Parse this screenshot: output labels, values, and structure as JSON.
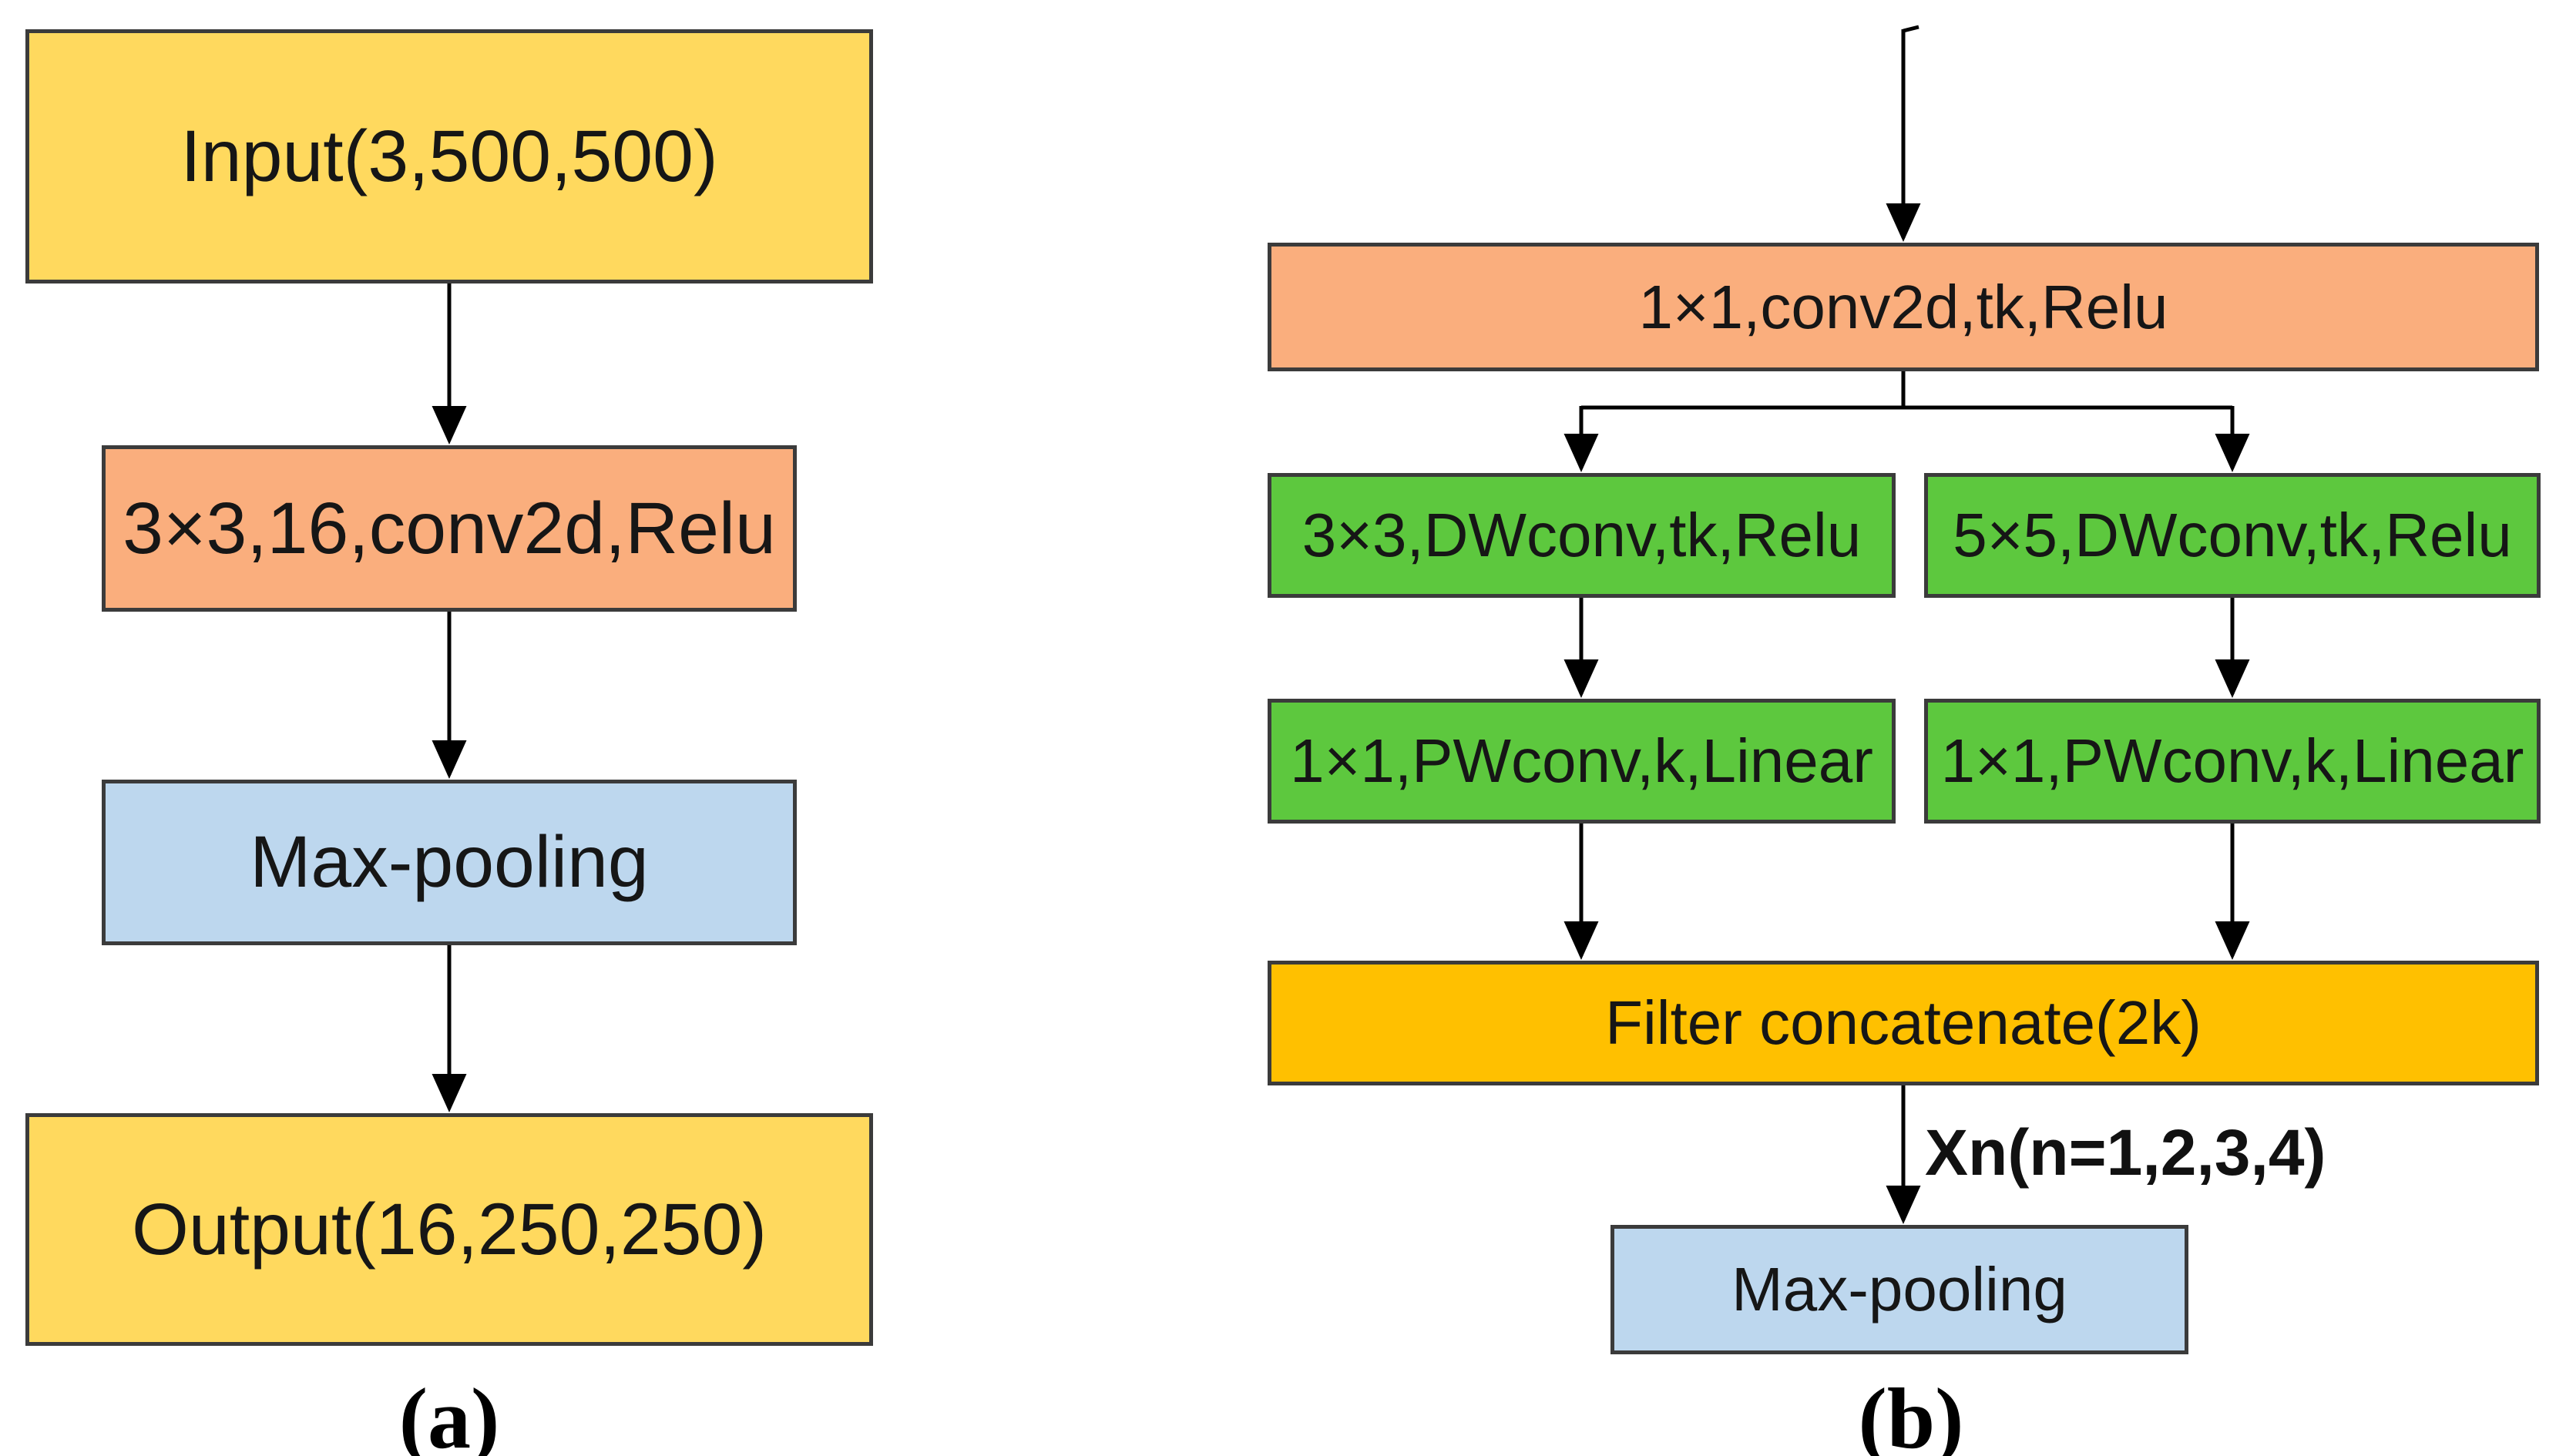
{
  "panel_a": {
    "caption": "(a)",
    "boxes": {
      "input": {
        "label": "Input(3,500,500)",
        "color": "#FFD95E"
      },
      "conv": {
        "label": "3×3,16,conv2d,Relu",
        "color": "#FAAE7D"
      },
      "maxpool": {
        "label": "Max-pooling",
        "color": "#BDD7EE"
      },
      "output": {
        "label": "Output(16,250,250)",
        "color": "#FFD95E"
      }
    }
  },
  "panel_b": {
    "caption": "(b)",
    "repeat_label": "Xn(n=1,2,3,4)",
    "boxes": {
      "conv1x1": {
        "label": "1×1,conv2d,tk,Relu",
        "color": "#FAAE7D"
      },
      "dwconv3": {
        "label": "3×3,DWconv,tk,Relu",
        "color": "#5DC83E"
      },
      "dwconv5": {
        "label": "5×5,DWconv,tk,Relu",
        "color": "#5DC83E"
      },
      "pwconv_left": {
        "label": "1×1,PWconv,k,Linear",
        "color": "#5DC83E"
      },
      "pwconv_right": {
        "label": "1×1,PWconv,k,Linear",
        "color": "#5DC83E"
      },
      "concat": {
        "label": "Filter concatenate(2k)",
        "color": "#FFC000"
      },
      "maxpool": {
        "label": "Max-pooling",
        "color": "#BDD7EE"
      }
    }
  },
  "colors": {
    "yellow": "#FFD95E",
    "orange": "#FAAE7D",
    "green": "#5DC83E",
    "amber": "#FFC000",
    "blue": "#BDD7EE",
    "border": "#3B3B3B",
    "arrow": "#000000"
  }
}
